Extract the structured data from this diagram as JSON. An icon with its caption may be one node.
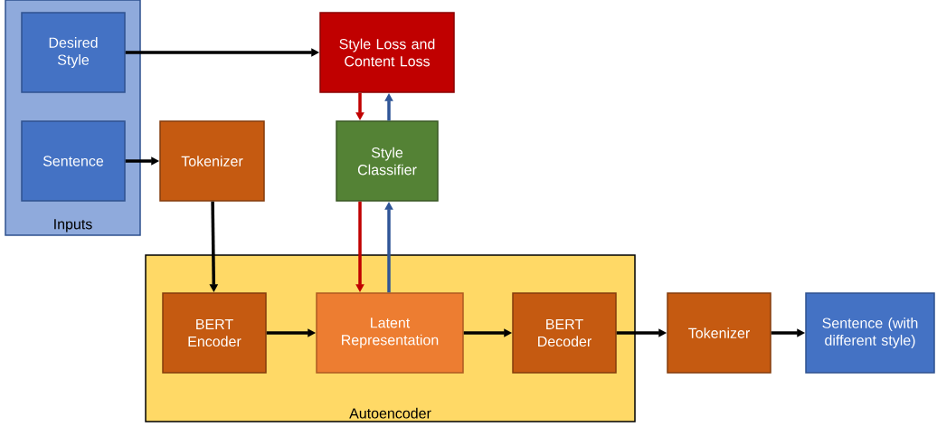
{
  "diagram": {
    "nodes": [
      {
        "text": [
          "Inputs"
        ]
      },
      {
        "text": [
          "Desired Style"
        ],
        "in": 0
      },
      {
        "text": [
          "Sentence"
        ],
        "in": 0
      },
      {
        "text": [
          "Style Loss and Content Loss"
        ]
      },
      {
        "text": [
          "Tokenizer"
        ]
      },
      {
        "text": [
          "Style Classifier"
        ]
      },
      {
        "text": [
          "Autoencoder"
        ]
      },
      {
        "text": [
          "BERT Encoder"
        ],
        "in": 6
      },
      {
        "text": [
          "Latent Representation"
        ],
        "in": 6
      },
      {
        "text": [
          "BERT Decoder"
        ],
        "in": 6
      },
      {
        "text": [
          "Tokenizer"
        ]
      },
      {
        "text": [
          "Sentence (with different style)"
        ]
      }
    ],
    "edges": [
      {
        "from": 1,
        "to": 3,
        "arrow": "to"
      },
      {
        "from": 2,
        "to": 4,
        "arrow": "to"
      },
      {
        "from": 4,
        "to": 7,
        "arrow": "to"
      },
      {
        "from": 3,
        "to": 5,
        "arrow": "to",
        "color": "#c00000"
      },
      {
        "from": 5,
        "to": 3,
        "arrow": "to",
        "color": "#2f5597"
      },
      {
        "from": 5,
        "to": 8,
        "arrow": "to",
        "color": "#c00000"
      },
      {
        "from": 8,
        "to": 5,
        "arrow": "to",
        "color": "#2f5597"
      },
      {
        "from": 7,
        "to": 8,
        "arrow": "to"
      },
      {
        "from": 8,
        "to": 9,
        "arrow": "to"
      },
      {
        "from": 9,
        "to": 10,
        "arrow": "to"
      },
      {
        "from": 10,
        "to": 11,
        "arrow": "to"
      }
    ]
  }
}
